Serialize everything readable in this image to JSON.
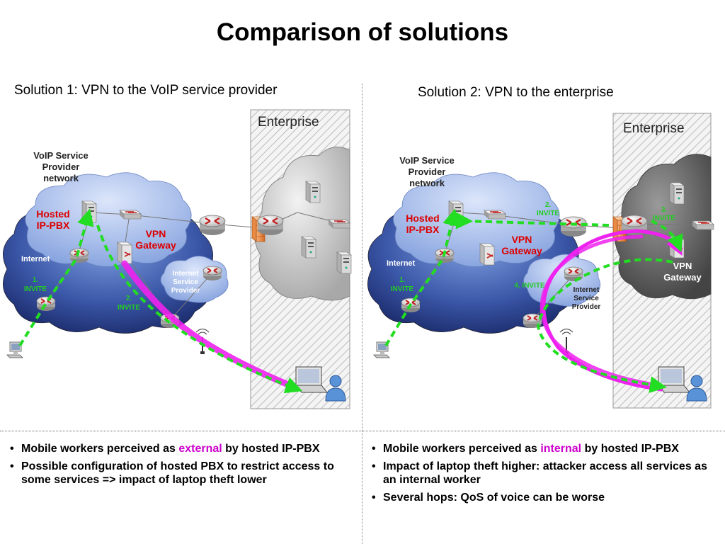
{
  "title": "Comparison of solutions",
  "solution1": {
    "subtitle": "Solution 1: VPN to the VoIP service provider",
    "enterprise": "Enterprise",
    "voip_line1": "VoIP Service",
    "voip_line2": "Provider",
    "voip_line3": "network",
    "hosted_line1": "Hosted",
    "hosted_line2": "IP-PBX",
    "vpn_line1": "VPN",
    "vpn_line2": "Gateway",
    "internet": "Internet",
    "isp_line1": "Internet",
    "isp_line2": "Service",
    "isp_line3": "Provider",
    "invite1_num": "1.",
    "invite1_text": "INVITE",
    "invite2_num": "2.",
    "invite2_text": "INVITE",
    "bullets": {
      "b1_pre": "Mobile workers perceived as ",
      "b1_hl": "external",
      "b1_post": " by hosted IP-PBX",
      "b2": "Possible configuration of hosted PBX to restrict access to some services => impact of laptop theft lower"
    }
  },
  "solution2": {
    "subtitle": "Solution 2: VPN to the enterprise",
    "enterprise": "Enterprise",
    "voip_line1": "VoIP Service",
    "voip_line2": "Provider",
    "voip_line3": "network",
    "hosted_line1": "Hosted",
    "hosted_line2": "IP-PBX",
    "vpn_line1": "VPN",
    "vpn_line2": "Gateway",
    "ent_vpn_line1": "VPN",
    "ent_vpn_line2": "Gateway",
    "internet": "Internet",
    "isp_line1": "Internet",
    "isp_line2": "Service",
    "isp_line3": "Provider",
    "invite1_num": "1.",
    "invite1_text": "INVITE",
    "invite2_num": "2.",
    "invite2_text": "INVITE",
    "invite3_num": "3.",
    "invite3_text": "INVITE",
    "invite4_text": "4. INVITE",
    "bullets": {
      "b1_pre": "Mobile workers perceived as ",
      "b1_hl": "internal",
      "b1_post": " by hosted IP-PBX",
      "b2": "Impact of laptop theft higher: attacker access all services as an internal worker",
      "b3": "Several hops: QoS of voice can be worse"
    }
  },
  "colors": {
    "sip_path": "#22dd22",
    "vpn_tunnel": "#ee22ee",
    "label_red": "#dd0000",
    "invite_green": "#22cc22",
    "highlight": "#cc00cc"
  }
}
